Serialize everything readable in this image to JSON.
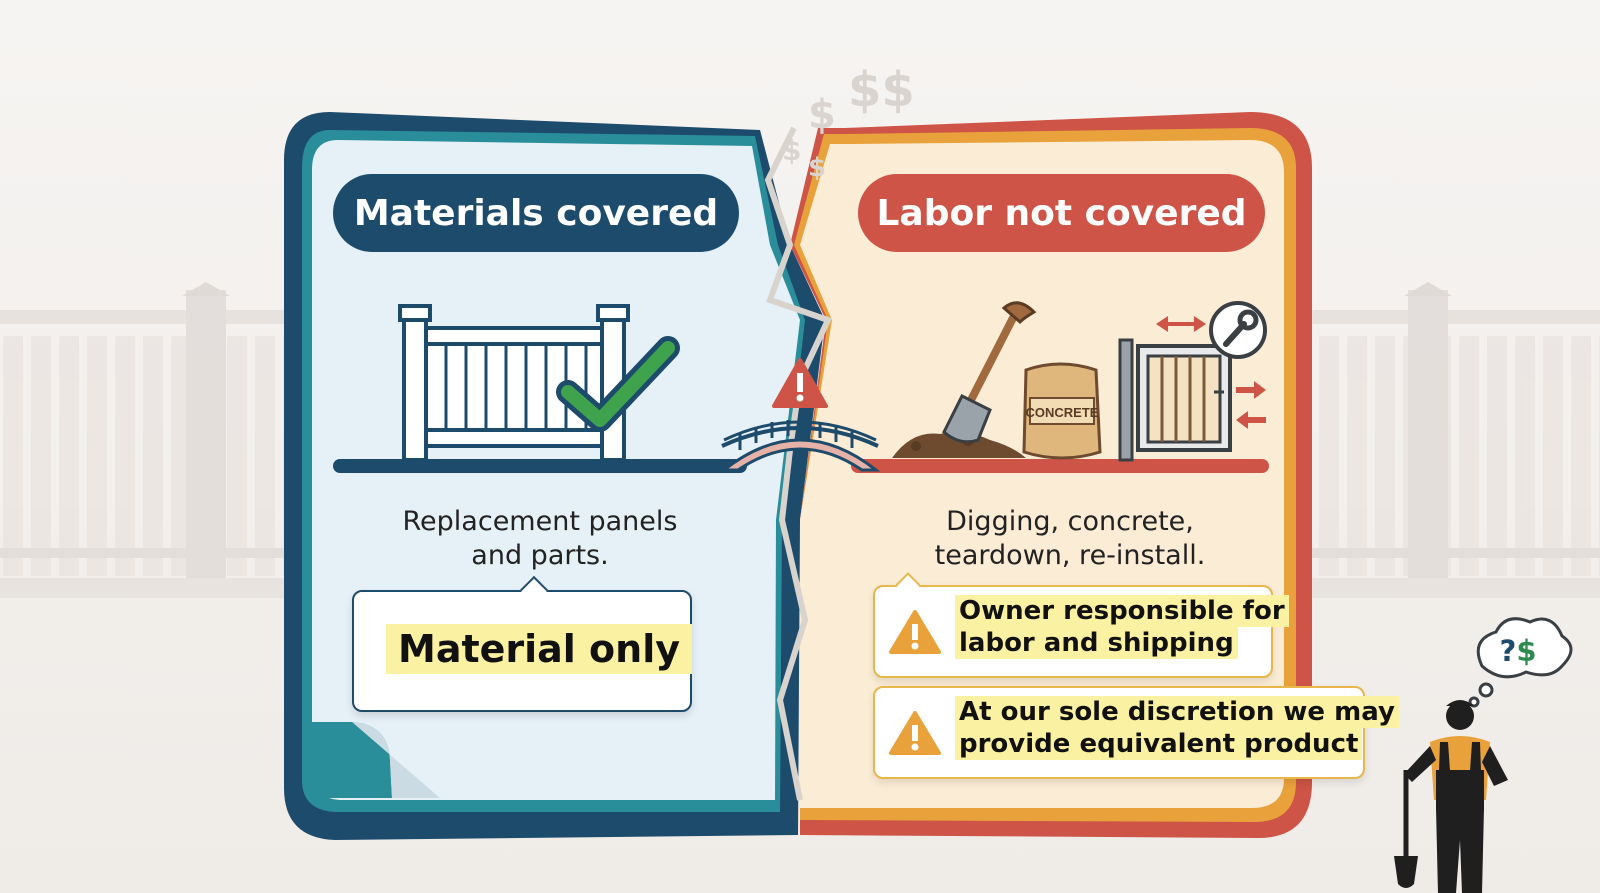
{
  "covered": {
    "heading": "Materials covered",
    "description_lines": [
      "Replacement panels",
      "and parts."
    ],
    "callout": "Material only"
  },
  "not_covered": {
    "heading": "Labor not covered",
    "description_lines": [
      "Digging, concrete,",
      "teardown, re-install."
    ],
    "warnings": [
      {
        "lines": [
          "Owner responsible for",
          "labor and shipping"
        ]
      },
      {
        "lines": [
          "At our sole discretion we may",
          "provide equivalent product"
        ]
      }
    ],
    "bag_label": "CONCRETE"
  },
  "thought_bubble": {
    "question": "?",
    "money": "$"
  },
  "floating_symbols": [
    "$$",
    "$",
    "$",
    "$"
  ],
  "colors": {
    "navy": "#1d4b6c",
    "teal": "#2a8e9a",
    "red": "#cd5446",
    "orange": "#e9a23b",
    "highlight": "#fbf1a2",
    "check_green": "#3fa34d"
  }
}
